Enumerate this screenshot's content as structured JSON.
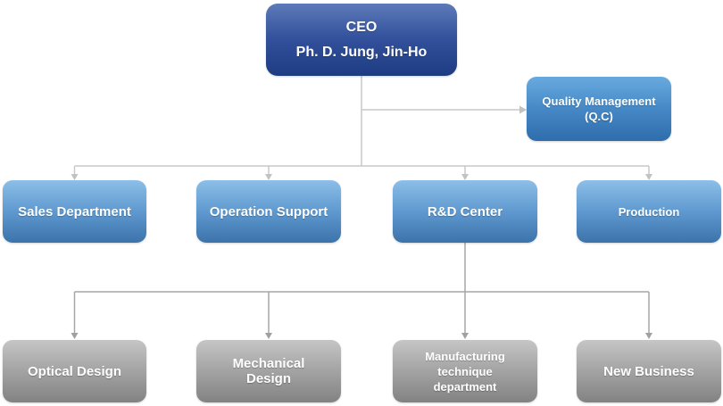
{
  "org": {
    "ceo": {
      "line1": "CEO",
      "line2": "Ph. D. Jung, Jin-Ho"
    },
    "quality": {
      "line1": "Quality Management",
      "line2": "(Q.C)"
    },
    "departments": [
      {
        "label": "Sales Department"
      },
      {
        "label": "Operation Support"
      },
      {
        "label": "R&D Center"
      },
      {
        "label": "Production"
      }
    ],
    "rnd_teams": [
      {
        "label": "Optical Design"
      },
      {
        "label": "Mechanical Design"
      },
      {
        "label": "Manufacturing technique department"
      },
      {
        "label": "New Business"
      }
    ]
  },
  "colors": {
    "ceo_gradient_top": "#5d7ab9",
    "ceo_gradient_bottom": "#1e3c82",
    "staff_gradient_top": "#68aadf",
    "staff_gradient_bottom": "#2f6dad",
    "dept_gradient_top": "#8cbfe8",
    "dept_gradient_bottom": "#3b73aa",
    "team_gradient_top": "#c6c6c6",
    "team_gradient_bottom": "#828282",
    "connector_upper": "#c9c9c9",
    "connector_lower": "#a6a6a6",
    "node_text": "#ffffff"
  }
}
